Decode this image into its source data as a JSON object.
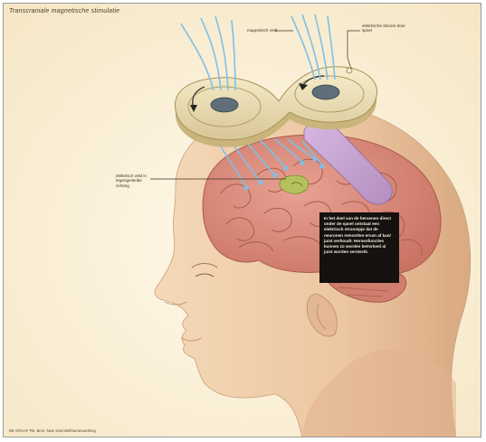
{
  "diagram": {
    "title": "Transcraniale magnetische stimulatie",
    "labels": {
      "magnetic_field": "magnetisch veld",
      "electric_current_coil": "elektrische stroom door spoel",
      "electric_field": "elektrisch veld in tegengestelde richting"
    },
    "caption": "In het deel van de hersenen direct onder de spoel ontstaat een elektrisch stroompje dat de neuronen remont/en ervan af kan/ juist verhoudt. Hersenfuncties kunnen zo worden beïnvloed al juist worden versterkt.",
    "credit": "DE GRAAF PB. Bron: New Scientist/Samenwerking"
  },
  "colors": {
    "background": "#faf2dd",
    "skin": "#efcfab",
    "brain": "#d98878",
    "coil": "#f2e6bd",
    "field_lines": "#7ec0e6",
    "caption_bg": "#14110e",
    "handle": "#c8a4d4"
  }
}
